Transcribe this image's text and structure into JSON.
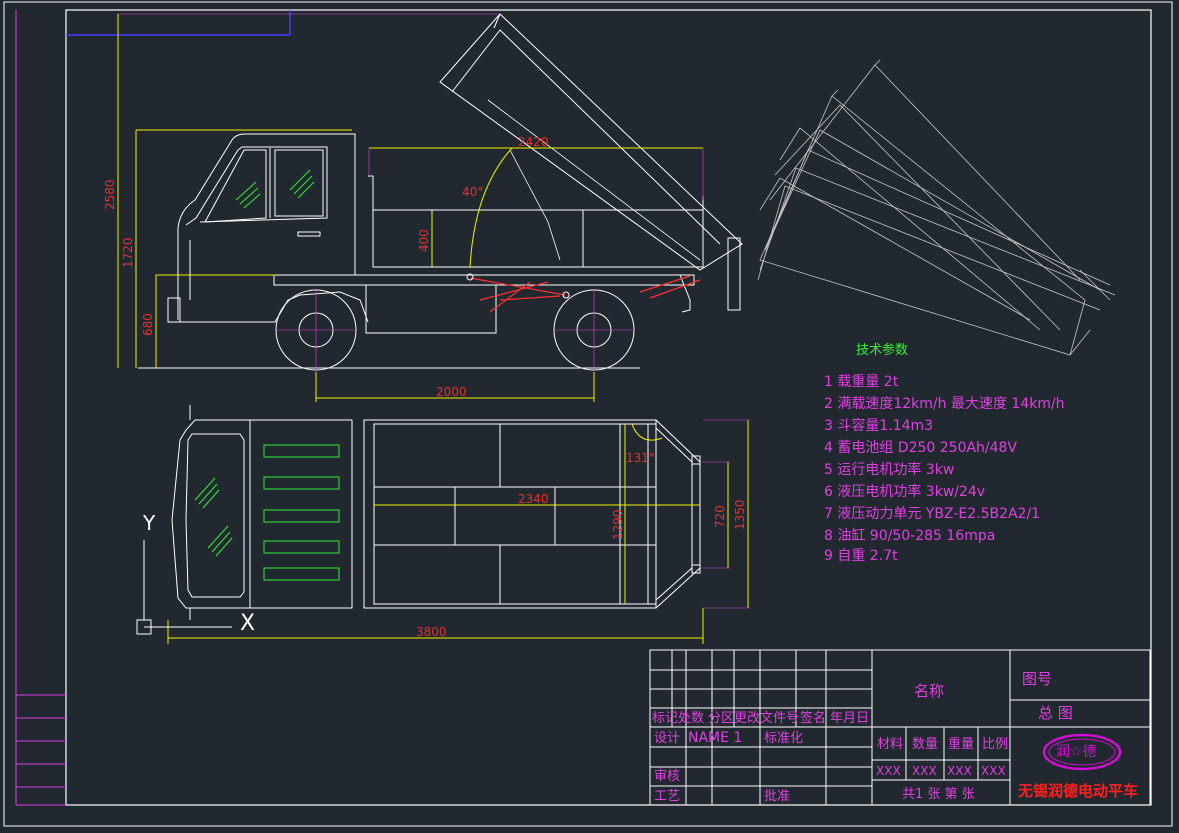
{
  "dimensions": {
    "height_total": "2580",
    "height_cab": "1720",
    "height_frame": "680",
    "box_length": "2420",
    "angle_tilt": "40°",
    "box_height": "400",
    "wheelbase": "2000",
    "angle_tail": "131°",
    "box_inner": "2340",
    "width_1290": "1290",
    "width_720": "720",
    "width_1350": "1350",
    "total_length": "3800"
  },
  "specs": {
    "title": "技术参数",
    "items": [
      "1  载重量 2t",
      "2  满载速度12km/h  最大速度 14km/h",
      "3  斗容量1.14m3",
      "4  蓄电池组 D250 250Ah/48V",
      "5  运行电机功率 3kw",
      "6  液压电机功率 3kw/24v",
      "7  液压动力单元 YBZ-E2.5B2A2/1",
      "8  油缸 90/50-285 16mpa",
      "9  自重 2.7t"
    ]
  },
  "axis": {
    "y": "Y",
    "x": "X"
  },
  "title_block": {
    "row_labels": [
      "标记",
      "处数",
      "分区",
      "更改文件号",
      "签名",
      "年月日"
    ],
    "design": "设计",
    "name": "NAME 1",
    "standardize": "标准化",
    "review": "审核",
    "process": "工艺",
    "approve": "批准",
    "name_label": "名称",
    "drawing_no_label": "图号",
    "drawing_title": "总  图",
    "material": "材料",
    "quantity": "数量",
    "weight": "重量",
    "scale": "比例",
    "xxx": "XXX",
    "sheet": "共1  张  第  张",
    "company": "无锡润德电动平车",
    "logo_text": "润☆德"
  },
  "colors": {
    "background": "#212830",
    "line_white": "#ffffff",
    "dimension_yellow": "#f0f000",
    "text_red": "#e8302a",
    "text_magenta": "#e040e0",
    "window_green": "#33ee33",
    "logo_magenta": "#d010d0"
  }
}
